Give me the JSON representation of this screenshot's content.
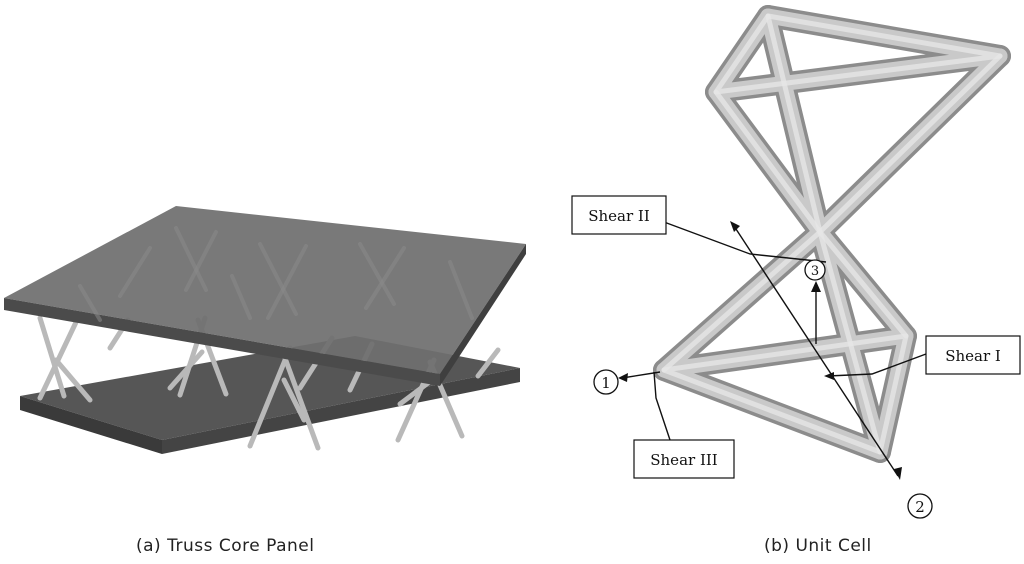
{
  "panel_a": {
    "caption": "(a) Truss Core Panel"
  },
  "panel_b": {
    "caption": "(b) Unit Cell",
    "callouts": {
      "shear_2": "Shear II",
      "shear_1": "Shear I",
      "shear_3": "Shear III"
    },
    "axes": {
      "axis_1": "1",
      "axis_2": "2",
      "axis_3": "3"
    }
  },
  "colors": {
    "face_sheet": "#6e6e6e",
    "face_edge": "#4a4a4a",
    "bottom_sheet": "#555555",
    "strut": "#c4c4c4",
    "strut_dark": "#8f8f8f"
  }
}
